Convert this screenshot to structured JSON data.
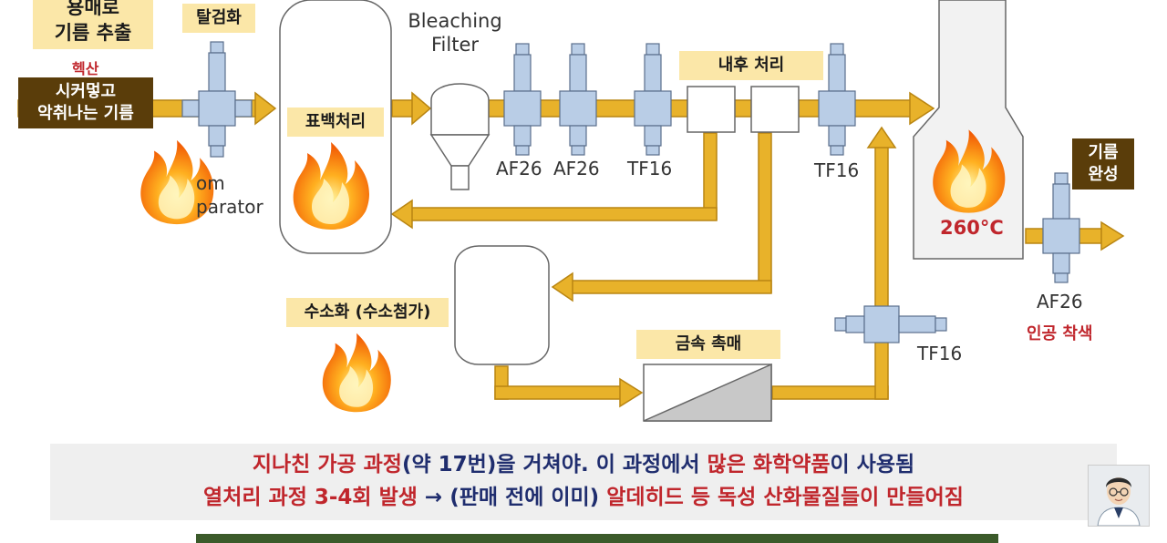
{
  "labels": {
    "solvent_extraction": "용매로\n기름 추출",
    "hexane": "헥산",
    "rancid_oil": "시커멓고\n악취나는 기름",
    "degumming": "탈검화",
    "bleaching": "표백처리",
    "bleaching_filter": "Bleaching\nFilter",
    "winterization": "내후 처리",
    "separator_partial": "om\nparator",
    "hydrogenation": "수소화 (수소첨가)",
    "metal_catalyst": "금속 촉매",
    "temperature": "260°C",
    "oil_complete": "기름\n완성",
    "artificial_coloring": "인공 착색"
  },
  "valves": {
    "af26_a": "AF26",
    "af26_b": "AF26",
    "tf16_a": "TF16",
    "tf16_b": "TF16",
    "tf16_c": "TF16",
    "af26_c": "AF26"
  },
  "caption": {
    "l1_a": "지나친 가공 과정",
    "l1_b": "(약 17번)을 거쳐야. 이 과정에서 ",
    "l1_c": "많은 화학약품",
    "l1_d": "이 사용됨",
    "l2_a": "열처리 과정 3-4회 발생",
    "l2_b": " → (판매 전에 이미) ",
    "l2_c": "알데히드 등 독성 산화물질들이 만들어짐"
  },
  "colors": {
    "pipe": "#e8b22a",
    "pipe_edge": "#b98512",
    "valve": "#b9cde6",
    "label_bg": "#fbe7a8",
    "brown_label": "#5a3d0a",
    "red_text": "#c0262c",
    "caption_dark": "#1f2d6e"
  },
  "icons": {
    "flame": "flame-icon",
    "valve": "valve-icon",
    "arrow": "arrow-icon",
    "avatar": "presenter-avatar"
  }
}
